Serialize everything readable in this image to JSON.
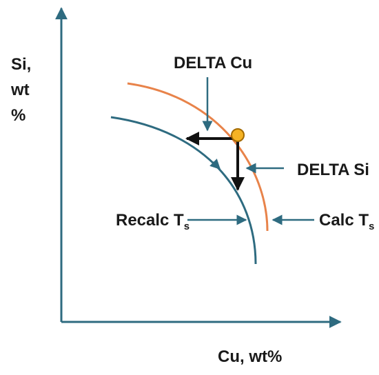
{
  "axes": {
    "y_label_lines": [
      "Si,",
      "wt",
      "%"
    ],
    "x_label": "Cu, wt%"
  },
  "labels": {
    "delta_cu": "DELTA Cu",
    "delta_si": "DELTA Si",
    "recalc_main": "Recalc T",
    "recalc_sub": "s",
    "calc_main": "Calc T",
    "calc_sub": "s"
  },
  "colors": {
    "axis": "#2e6b80",
    "recalc_curve": "#2e6b80",
    "calc_curve": "#e8834a",
    "delta_arrows": "#111111",
    "point_fill": "#f5b324",
    "point_stroke": "#a36a00"
  }
}
